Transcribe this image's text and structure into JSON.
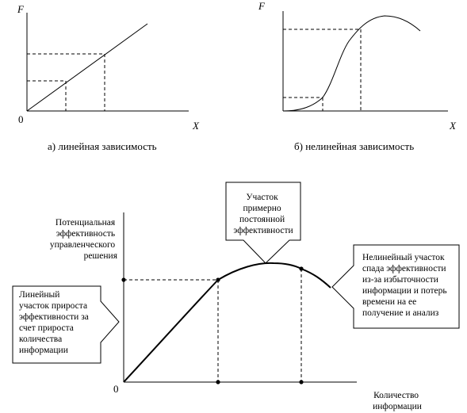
{
  "chart_a": {
    "y_label": "F",
    "x_label": "X",
    "origin_label": "0",
    "caption": "а) линейная зависимость"
  },
  "chart_b": {
    "y_label": "F",
    "x_label": "X",
    "caption": "б) нелинейная зависимость"
  },
  "chart_c": {
    "origin_label": "0",
    "y_label_lines": [
      "Потенциальная",
      "эффективность",
      "управленческого",
      "решения"
    ],
    "x_label_lines": [
      "Количество",
      "информации"
    ],
    "callout_top_lines": [
      "Участок",
      "примерно",
      "постоянной",
      "эффективности"
    ],
    "callout_left_lines": [
      "Линейный",
      "участок прироста",
      "эффективности за",
      "счет прироста",
      "количества",
      "информации"
    ],
    "callout_right_lines": [
      "Нелинейный участок",
      "спада эффективности",
      "из-за избыточности",
      "информации и потерь",
      "времени на ее",
      "получение и анализ"
    ]
  }
}
